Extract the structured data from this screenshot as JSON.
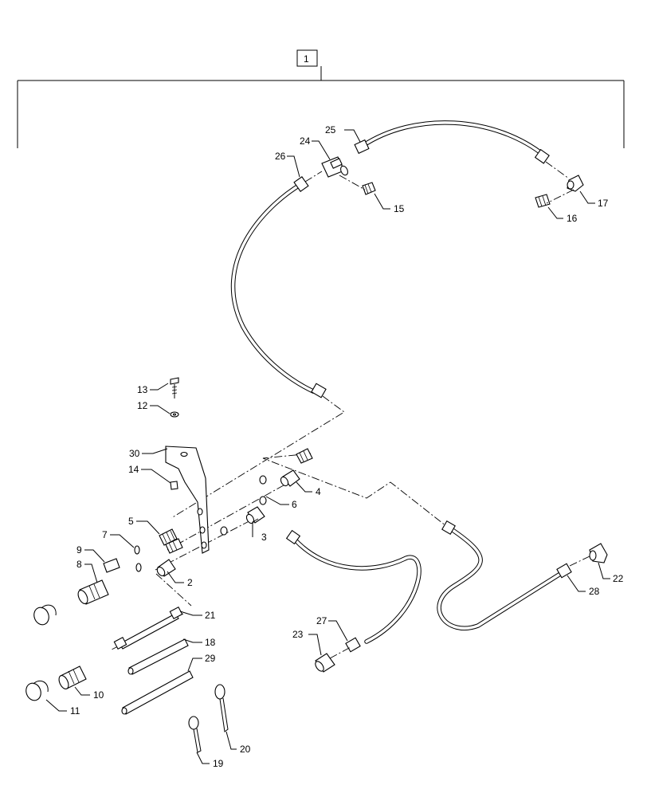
{
  "diagram": {
    "assembly_label": "1",
    "callouts": [
      {
        "id": "c1",
        "text": "1"
      },
      {
        "id": "c2",
        "text": "2"
      },
      {
        "id": "c3",
        "text": "3"
      },
      {
        "id": "c4",
        "text": "4"
      },
      {
        "id": "c5",
        "text": "5"
      },
      {
        "id": "c6",
        "text": "6"
      },
      {
        "id": "c7",
        "text": "7"
      },
      {
        "id": "c8",
        "text": "8"
      },
      {
        "id": "c9",
        "text": "9"
      },
      {
        "id": "c10",
        "text": "10"
      },
      {
        "id": "c11",
        "text": "11"
      },
      {
        "id": "c12",
        "text": "12"
      },
      {
        "id": "c13",
        "text": "13"
      },
      {
        "id": "c14",
        "text": "14"
      },
      {
        "id": "c15",
        "text": "15"
      },
      {
        "id": "c16",
        "text": "16"
      },
      {
        "id": "c17",
        "text": "17"
      },
      {
        "id": "c18",
        "text": "18"
      },
      {
        "id": "c19",
        "text": "19"
      },
      {
        "id": "c20",
        "text": "20"
      },
      {
        "id": "c21",
        "text": "21"
      },
      {
        "id": "c22",
        "text": "22"
      },
      {
        "id": "c23",
        "text": "23"
      },
      {
        "id": "c24",
        "text": "24"
      },
      {
        "id": "c25",
        "text": "25"
      },
      {
        "id": "c26",
        "text": "26"
      },
      {
        "id": "c27",
        "text": "27"
      },
      {
        "id": "c28",
        "text": "28"
      },
      {
        "id": "c29",
        "text": "29"
      },
      {
        "id": "c30",
        "text": "30"
      }
    ]
  }
}
